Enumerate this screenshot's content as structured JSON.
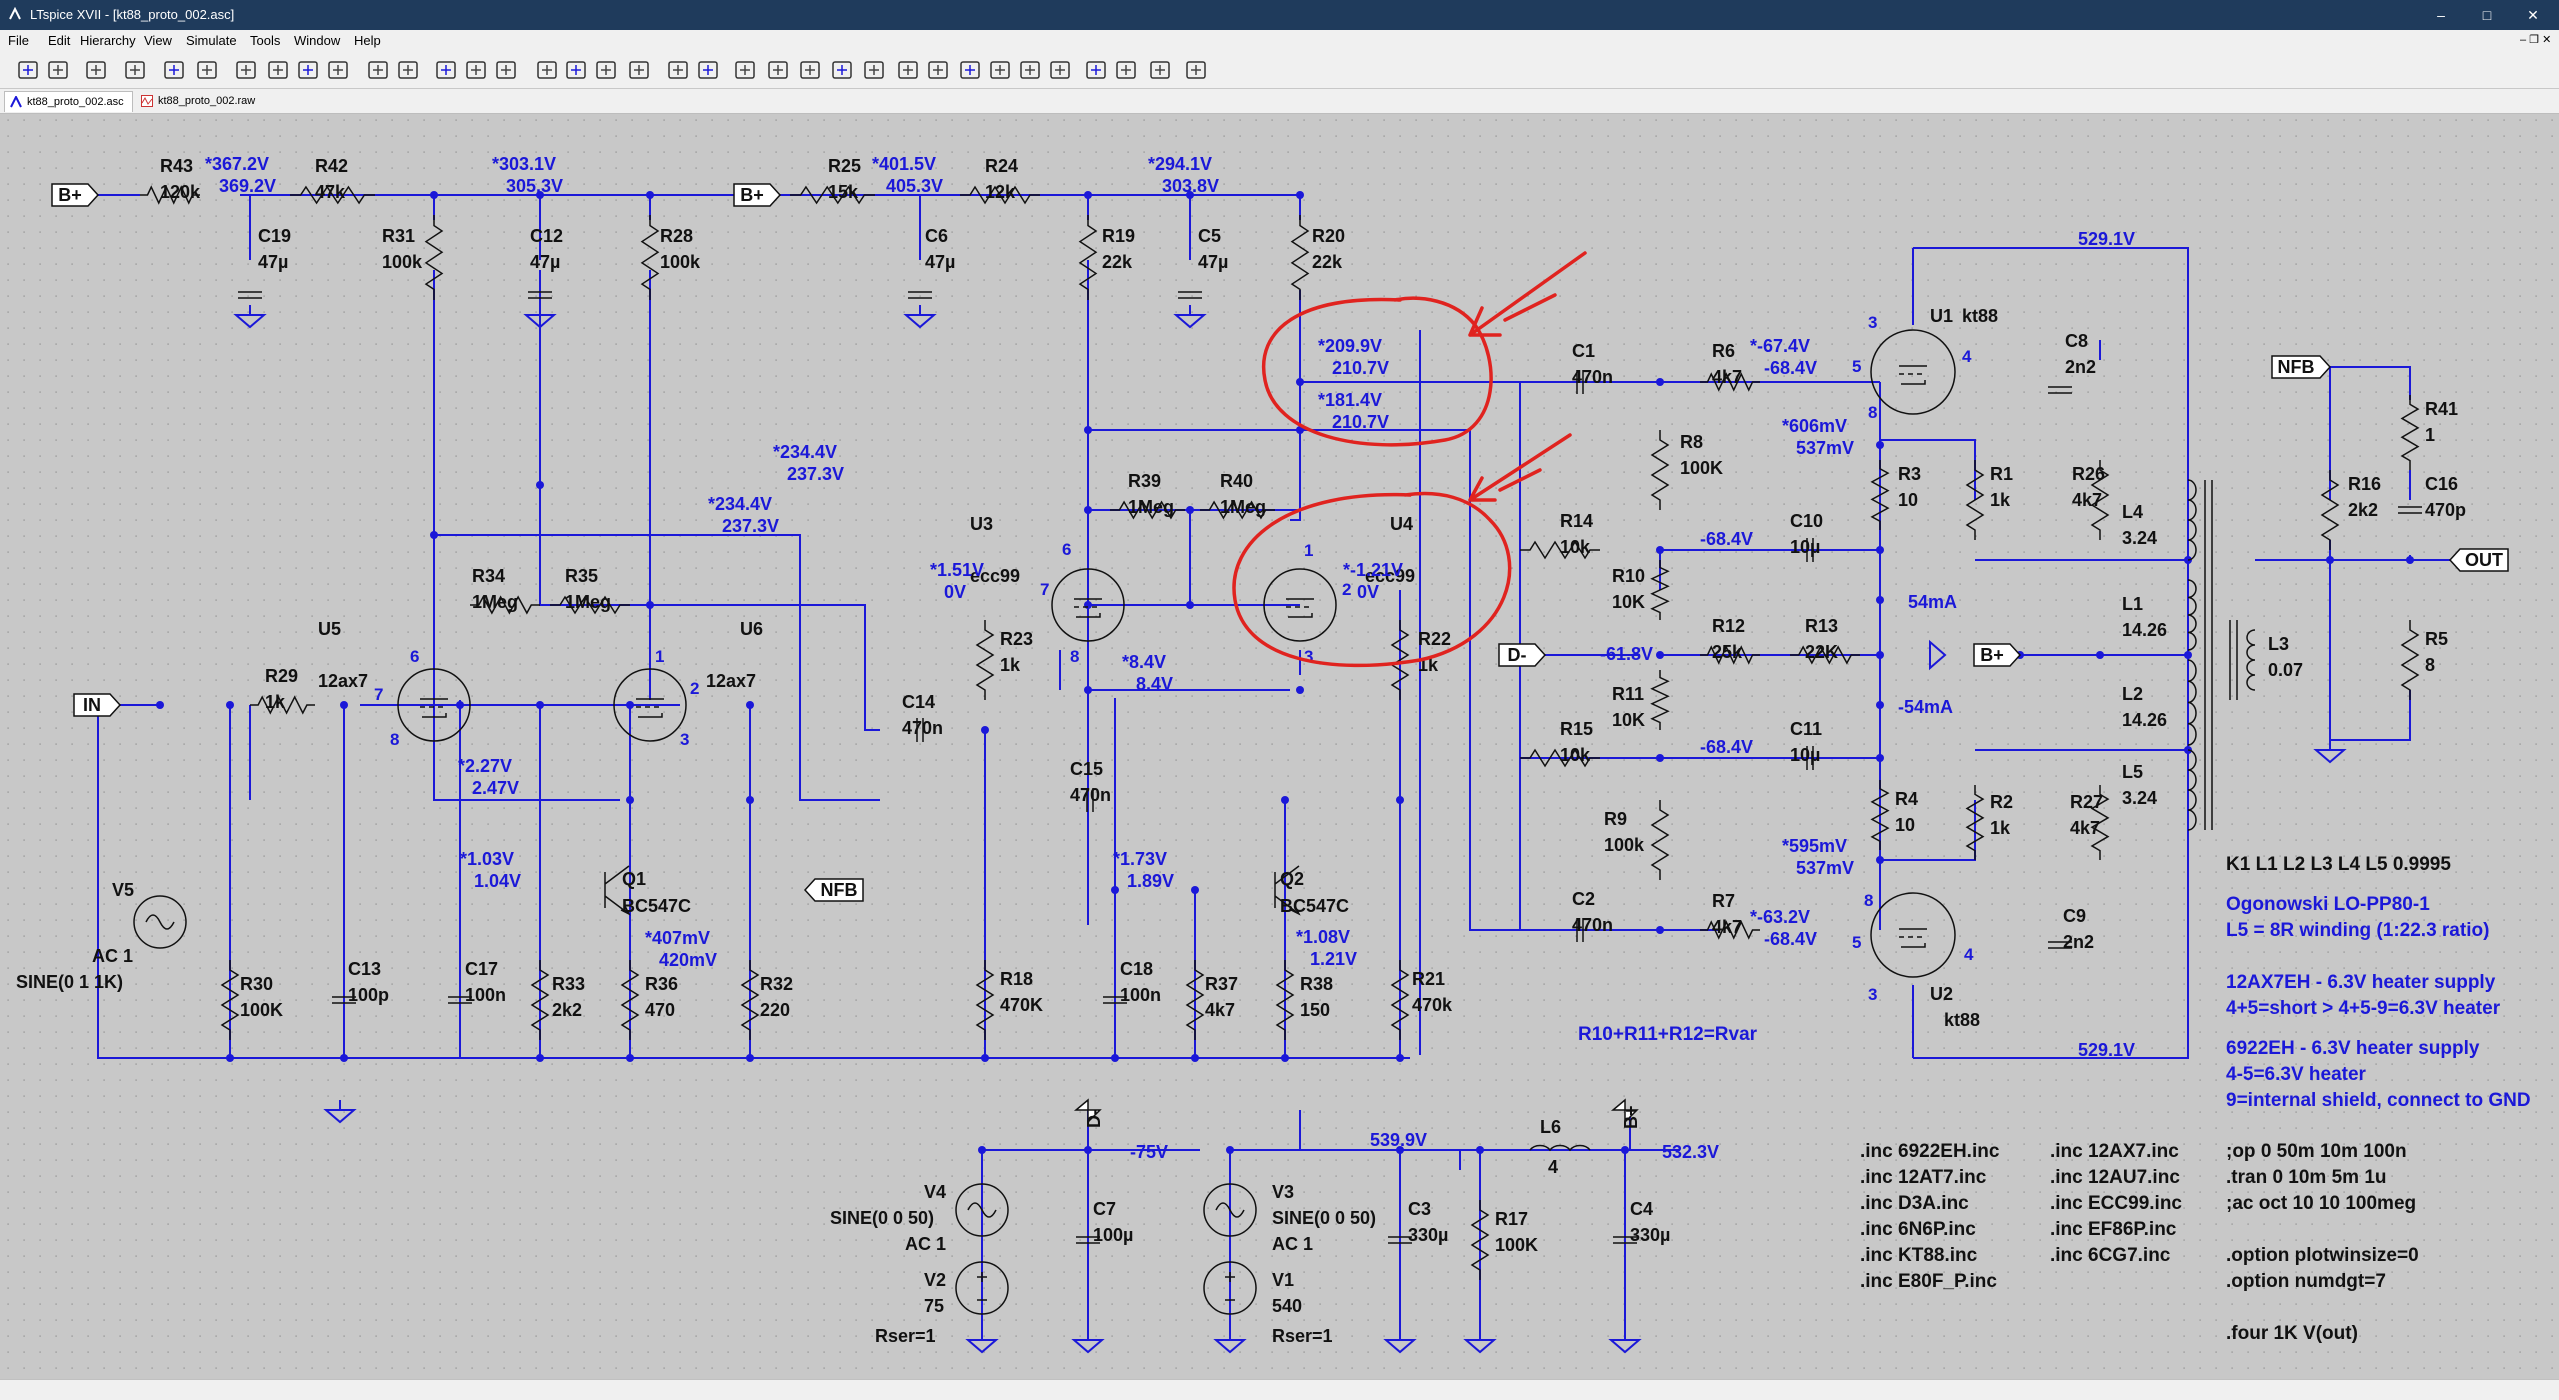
{
  "window": {
    "title": "LTspice XVII - [kt88_proto_002.asc]",
    "controls": [
      "–",
      "□",
      "✕"
    ]
  },
  "menu": [
    "File",
    "Edit",
    "Hierarchy",
    "View",
    "Simulate",
    "Tools",
    "Window",
    "Help"
  ],
  "tabs": [
    {
      "label": "kt88_proto_002.asc",
      "active": true
    },
    {
      "label": "kt88_proto_002.raw",
      "active": false
    }
  ],
  "toolbar_icons": [
    "new-schematic-icon",
    "open-icon",
    "save-icon",
    "control-panel-icon",
    "run-icon",
    "halt-icon",
    "zoom-in-icon",
    "zoom-pan-icon",
    "zoom-out-icon",
    "zoom-fit-icon",
    "autorange-icon",
    "cascade-icon",
    "tile-horizontal-icon",
    "tile-vertical-icon",
    "cut-icon",
    "copy-icon",
    "paste-icon",
    "find-icon",
    "print-setup-icon",
    "print-icon",
    "draw-wire-icon",
    "ground-icon",
    "label-net-icon",
    "resistor-icon",
    "capacitor-icon",
    "inductor-icon",
    "diode-icon",
    "component-icon",
    "move-icon",
    "drag-icon",
    "undo-icon",
    "redo-icon",
    "rotate-icon",
    "mirror-icon",
    "text-icon",
    "spice-directive-icon"
  ],
  "schematic": {
    "ports": [
      "B+",
      "B+",
      "IN",
      "NFB",
      "NFB",
      "D-",
      "B+",
      "OUT",
      "D-",
      "B+"
    ],
    "components": {
      "R43": [
        "R43",
        "120k"
      ],
      "R42": [
        "R42",
        "47k"
      ],
      "R31": [
        "R31",
        "100k"
      ],
      "R28": [
        "R28",
        "100k"
      ],
      "C19": [
        "C19",
        "47µ"
      ],
      "C12": [
        "C12",
        "47µ"
      ],
      "R25": [
        "R25",
        "15k"
      ],
      "R24": [
        "R24",
        "12k"
      ],
      "C6": [
        "C6",
        "47µ"
      ],
      "R19": [
        "R19",
        "22k"
      ],
      "C5": [
        "C5",
        "47µ"
      ],
      "R20": [
        "R20",
        "22k"
      ],
      "C1": [
        "C1",
        "470n"
      ],
      "R6": [
        "R6",
        "4k7"
      ],
      "R8": [
        "R8",
        "100K"
      ],
      "R3": [
        "R3",
        "10"
      ],
      "R1": [
        "R1",
        "1k"
      ],
      "C8": [
        "C8",
        "2n2"
      ],
      "R26": [
        "R26",
        "4k7"
      ],
      "R41": [
        "R41",
        "1"
      ],
      "R16": [
        "R16",
        "2k2"
      ],
      "C16": [
        "C16",
        "470p"
      ],
      "L4": [
        "L4",
        "3.24"
      ],
      "L1": [
        "L1",
        "14.26"
      ],
      "L2": [
        "L2",
        "14.26"
      ],
      "L5": [
        "L5",
        "3.24"
      ],
      "L3": [
        "L3",
        "0.07"
      ],
      "R5": [
        "R5",
        "8"
      ],
      "R39": [
        "R39",
        "1Meg"
      ],
      "R40": [
        "R40",
        "1Meg"
      ],
      "R34": [
        "R34",
        "1Meg"
      ],
      "R35": [
        "R35",
        "1Meg"
      ],
      "R14": [
        "R14",
        "10k"
      ],
      "C10": [
        "C10",
        "10µ"
      ],
      "R10": [
        "R10",
        "10K"
      ],
      "R12": [
        "R12",
        "25k"
      ],
      "R13": [
        "R13",
        "22K"
      ],
      "R11": [
        "R11",
        "10K"
      ],
      "R15": [
        "R15",
        "10k"
      ],
      "C11": [
        "C11",
        "10µ"
      ],
      "R9": [
        "R9",
        "100k"
      ],
      "R4": [
        "R4",
        "10"
      ],
      "R2": [
        "R2",
        "1k"
      ],
      "R27": [
        "R27",
        "4k7"
      ],
      "C9": [
        "C9",
        "2n2"
      ],
      "C2": [
        "C2",
        "470n"
      ],
      "R7": [
        "R7",
        "4k7"
      ],
      "R23": [
        "R23",
        "1k"
      ],
      "R22": [
        "R22",
        "1k"
      ],
      "R29": [
        "R29",
        "1k"
      ],
      "C14": [
        "C14",
        "470n"
      ],
      "C15": [
        "C15",
        "470n"
      ],
      "R30": [
        "R30",
        "100K"
      ],
      "C13": [
        "C13",
        "100p"
      ],
      "C17": [
        "C17",
        "100n"
      ],
      "R33": [
        "R33",
        "2k2"
      ],
      "R36": [
        "R36",
        "470"
      ],
      "R32": [
        "R32",
        "220"
      ],
      "R18": [
        "R18",
        "470K"
      ],
      "C18": [
        "C18",
        "100n"
      ],
      "R37": [
        "R37",
        "4k7"
      ],
      "R38": [
        "R38",
        "150"
      ],
      "R21": [
        "R21",
        "470k"
      ],
      "C7": [
        "C7",
        "100µ"
      ],
      "C3": [
        "C3",
        "330µ"
      ],
      "R17": [
        "R17",
        "100K"
      ],
      "C4": [
        "C4",
        "330µ"
      ],
      "L6": [
        "L6",
        "4"
      ]
    },
    "tubes": {
      "U1": [
        "U1",
        "kt88"
      ],
      "U2": [
        "U2",
        "kt88"
      ],
      "U3": [
        "U3",
        "ecc99"
      ],
      "U4": [
        "U4",
        "ecc99"
      ],
      "U5": [
        "U5",
        "12ax7"
      ],
      "U6": [
        "U6",
        "12ax7"
      ]
    },
    "transistors": {
      "Q1": [
        "Q1",
        "BC547C"
      ],
      "Q2": [
        "Q2",
        "BC547C"
      ]
    },
    "sources": {
      "V5": [
        "V5",
        "AC 1",
        "SINE(0 1 1K)"
      ],
      "V4": [
        "V4",
        "SINE(0 0 50)",
        "AC 1"
      ],
      "V2": [
        "V2",
        "75",
        "Rser=1"
      ],
      "V3": [
        "V3",
        "SINE(0 0 50)",
        "AC 1"
      ],
      "V1": [
        "V1",
        "540",
        "Rser=1"
      ]
    },
    "node_voltages": {
      "r43": [
        "*367.2V",
        "369.2V"
      ],
      "r42": [
        "*303.1V",
        "305.3V"
      ],
      "r25": [
        "*401.5V",
        "405.3V"
      ],
      "r24": [
        "*294.1V",
        "303.8V"
      ],
      "u1p": [
        "529.1V"
      ],
      "u2p": [
        "529.1V"
      ],
      "c1a": [
        "*209.9V",
        "210.7V"
      ],
      "c1b": [
        "*181.4V",
        "210.7V"
      ],
      "g1": [
        "*-67.4V",
        "-68.4V"
      ],
      "s1": [
        "*606mV",
        "537mV"
      ],
      "u6a": [
        "*234.4V",
        "237.3V"
      ],
      "u6b": [
        "*234.4V",
        "237.3V"
      ],
      "u3g": [
        "*1.51V",
        "0V"
      ],
      "u4g": [
        "*-1.21V",
        "0V"
      ],
      "u3k": [
        "*8.4V",
        "8.4V"
      ],
      "bias1": [
        "-68.4V"
      ],
      "dminus": [
        "-61.8V"
      ],
      "bias2": [
        "-68.4V"
      ],
      "i1": [
        "54mA"
      ],
      "i2": [
        "-54mA"
      ],
      "u5k": [
        "*2.27V",
        "2.47V"
      ],
      "q1b": [
        "*1.03V",
        "1.04V"
      ],
      "q1e": [
        "*407mV",
        "420mV"
      ],
      "q2b": [
        "*1.73V",
        "1.89V"
      ],
      "q2e": [
        "*1.08V",
        "1.21V"
      ],
      "s2": [
        "*595mV",
        "537mV"
      ],
      "g2": [
        "*-63.2V",
        "-68.4V"
      ],
      "neg": [
        "-75V"
      ],
      "pos1": [
        "539.9V"
      ],
      "pos2": [
        "532.3V"
      ]
    },
    "comments": {
      "rvar": "R10+R11+R12=Rvar",
      "k": "K1 L1 L2 L3 L4 L5 0.9995",
      "ogo1": "Ogonowski LO-PP80-1",
      "ogo2": "L5 = 8R winding (1:22.3 ratio)",
      "h1a": "12AX7EH - 6.3V heater supply",
      "h1b": "4+5=short > 4+5-9=6.3V heater",
      "h2a": "6922EH - 6.3V heater supply",
      "h2b": "4-5=6.3V heater",
      "h2c": "9=internal shield, connect to GND"
    },
    "directives": {
      "col1": [
        ".inc 6922EH.inc",
        ".inc 12AT7.inc",
        ".inc D3A.inc",
        ".inc 6N6P.inc",
        ".inc KT88.inc",
        ".inc E80F_P.inc"
      ],
      "col2": [
        ".inc 12AX7.inc",
        ".inc 12AU7.inc",
        ".inc ECC99.inc",
        ".inc EF86P.inc",
        ".inc 6CG7.inc"
      ],
      "col3": [
        ";op 0 50m 10m 100n",
        ".tran 0 10m 5m 1u",
        ";ac oct 10 10 100meg",
        "",
        ".option plotwinsize=0",
        ".option numdgt=7",
        "",
        ".four 1K V(out)"
      ]
    },
    "annotation_color": "#e0231f",
    "wire_color": "#1b18d8",
    "background_color": "#c8c8c8"
  }
}
